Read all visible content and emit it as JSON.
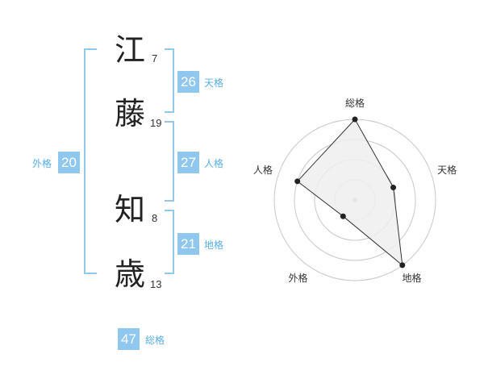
{
  "name": {
    "chars": [
      {
        "char": "江",
        "strokes": "7"
      },
      {
        "char": "藤",
        "strokes": "19"
      },
      {
        "char": "知",
        "strokes": "8"
      },
      {
        "char": "歳",
        "strokes": "13"
      }
    ]
  },
  "scores": {
    "tenkaku": {
      "value": "26",
      "label": "天格"
    },
    "jinkaku": {
      "value": "27",
      "label": "人格"
    },
    "chikaku": {
      "value": "21",
      "label": "地格"
    },
    "gaikaku": {
      "value": "20",
      "label": "外格"
    },
    "soukaku": {
      "value": "47",
      "label": "総格"
    }
  },
  "colors": {
    "accent": "#8fc7ef",
    "label": "#58aee6"
  },
  "chart_data": {
    "type": "radar",
    "axes": [
      "総格",
      "天格",
      "地格",
      "外格",
      "人格"
    ],
    "levels": 4,
    "values": [
      4,
      2,
      4,
      1,
      3
    ],
    "max": 4
  }
}
